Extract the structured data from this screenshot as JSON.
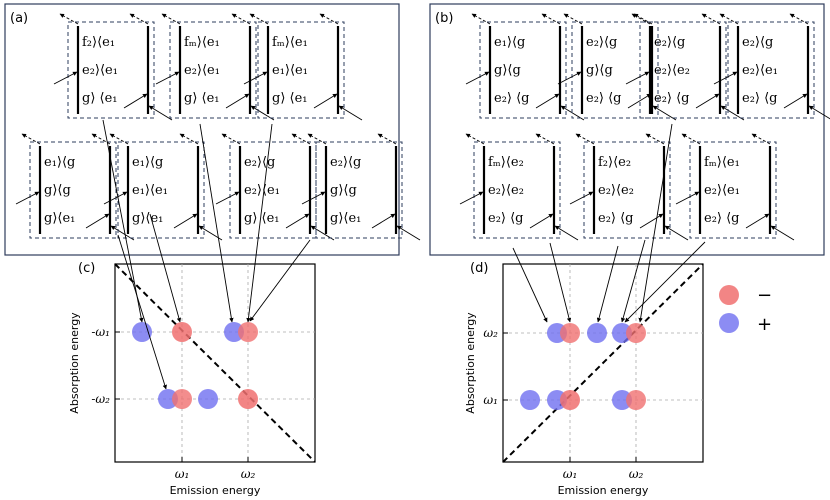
{
  "panels": {
    "a": {
      "label": "(a)"
    },
    "b": {
      "label": "(b)"
    },
    "c": {
      "label": "(c)"
    },
    "d": {
      "label": "(d)"
    }
  },
  "diagrams_a": [
    {
      "rows": [
        "f₂⟩⟨e₁",
        "e₂⟩⟨e₁",
        "g⟩ ⟨e₁"
      ]
    },
    {
      "rows": [
        "fₘ⟩⟨e₁",
        "e₂⟩⟨e₁",
        "g⟩ ⟨e₁"
      ]
    },
    {
      "rows": [
        "fₘ⟩⟨e₁",
        "e₁⟩⟨e₁",
        "g⟩ ⟨e₁"
      ]
    },
    {
      "rows": [
        "e₁⟩⟨g",
        "g⟩⟨g",
        "g⟩⟨e₁"
      ]
    },
    {
      "rows": [
        "e₁⟩⟨g",
        "e₁⟩⟨e₁",
        "g⟩⟨e₁"
      ]
    },
    {
      "rows": [
        "e₂⟩⟨g",
        "e₂⟩⟨e₁",
        "g⟩ ⟨e₁"
      ]
    },
    {
      "rows": [
        "e₂⟩⟨g",
        "g⟩⟨g",
        "g⟩⟨e₁"
      ]
    }
  ],
  "diagrams_b": [
    {
      "rows": [
        "e₁⟩⟨g",
        "g⟩⟨g",
        "e₂⟩ ⟨g"
      ]
    },
    {
      "rows": [
        "e₂⟩⟨g",
        "g⟩⟨g",
        "e₂⟩ ⟨g"
      ]
    },
    {
      "rows": [
        "e₂⟩⟨g",
        "e₂⟩⟨e₂",
        "e₂⟩ ⟨g"
      ]
    },
    {
      "rows": [
        "e₂⟩⟨g",
        "e₂⟩⟨e₁",
        "e₂⟩ ⟨g"
      ]
    },
    {
      "rows": [
        "fₘ⟩⟨e₂",
        "e₂⟩⟨e₂",
        "e₂⟩ ⟨g"
      ]
    },
    {
      "rows": [
        "f₂⟩⟨e₂",
        "e₂⟩⟨e₂",
        "e₂⟩ ⟨g"
      ]
    },
    {
      "rows": [
        "fₘ⟩⟨e₁",
        "e₂⟩⟨e₁",
        "e₂⟩ ⟨g"
      ]
    }
  ],
  "plot_c": {
    "xlabel": "Emission energy",
    "ylabel": "Absorption energy",
    "xticks": [
      "ω₁",
      "ω₂"
    ],
    "yticks": [
      "-ω₁",
      "-ω₂"
    ]
  },
  "plot_d": {
    "xlabel": "Emission energy",
    "ylabel": "Absorption energy",
    "xticks": [
      "ω₁",
      "ω₂"
    ],
    "yticks": [
      "ω₂",
      "ω₁"
    ]
  },
  "legend": {
    "minus": "−",
    "plus": "+"
  },
  "colors": {
    "negative": "#f07070",
    "positive": "#6f6ff0",
    "frame": "#2e3c5c"
  }
}
